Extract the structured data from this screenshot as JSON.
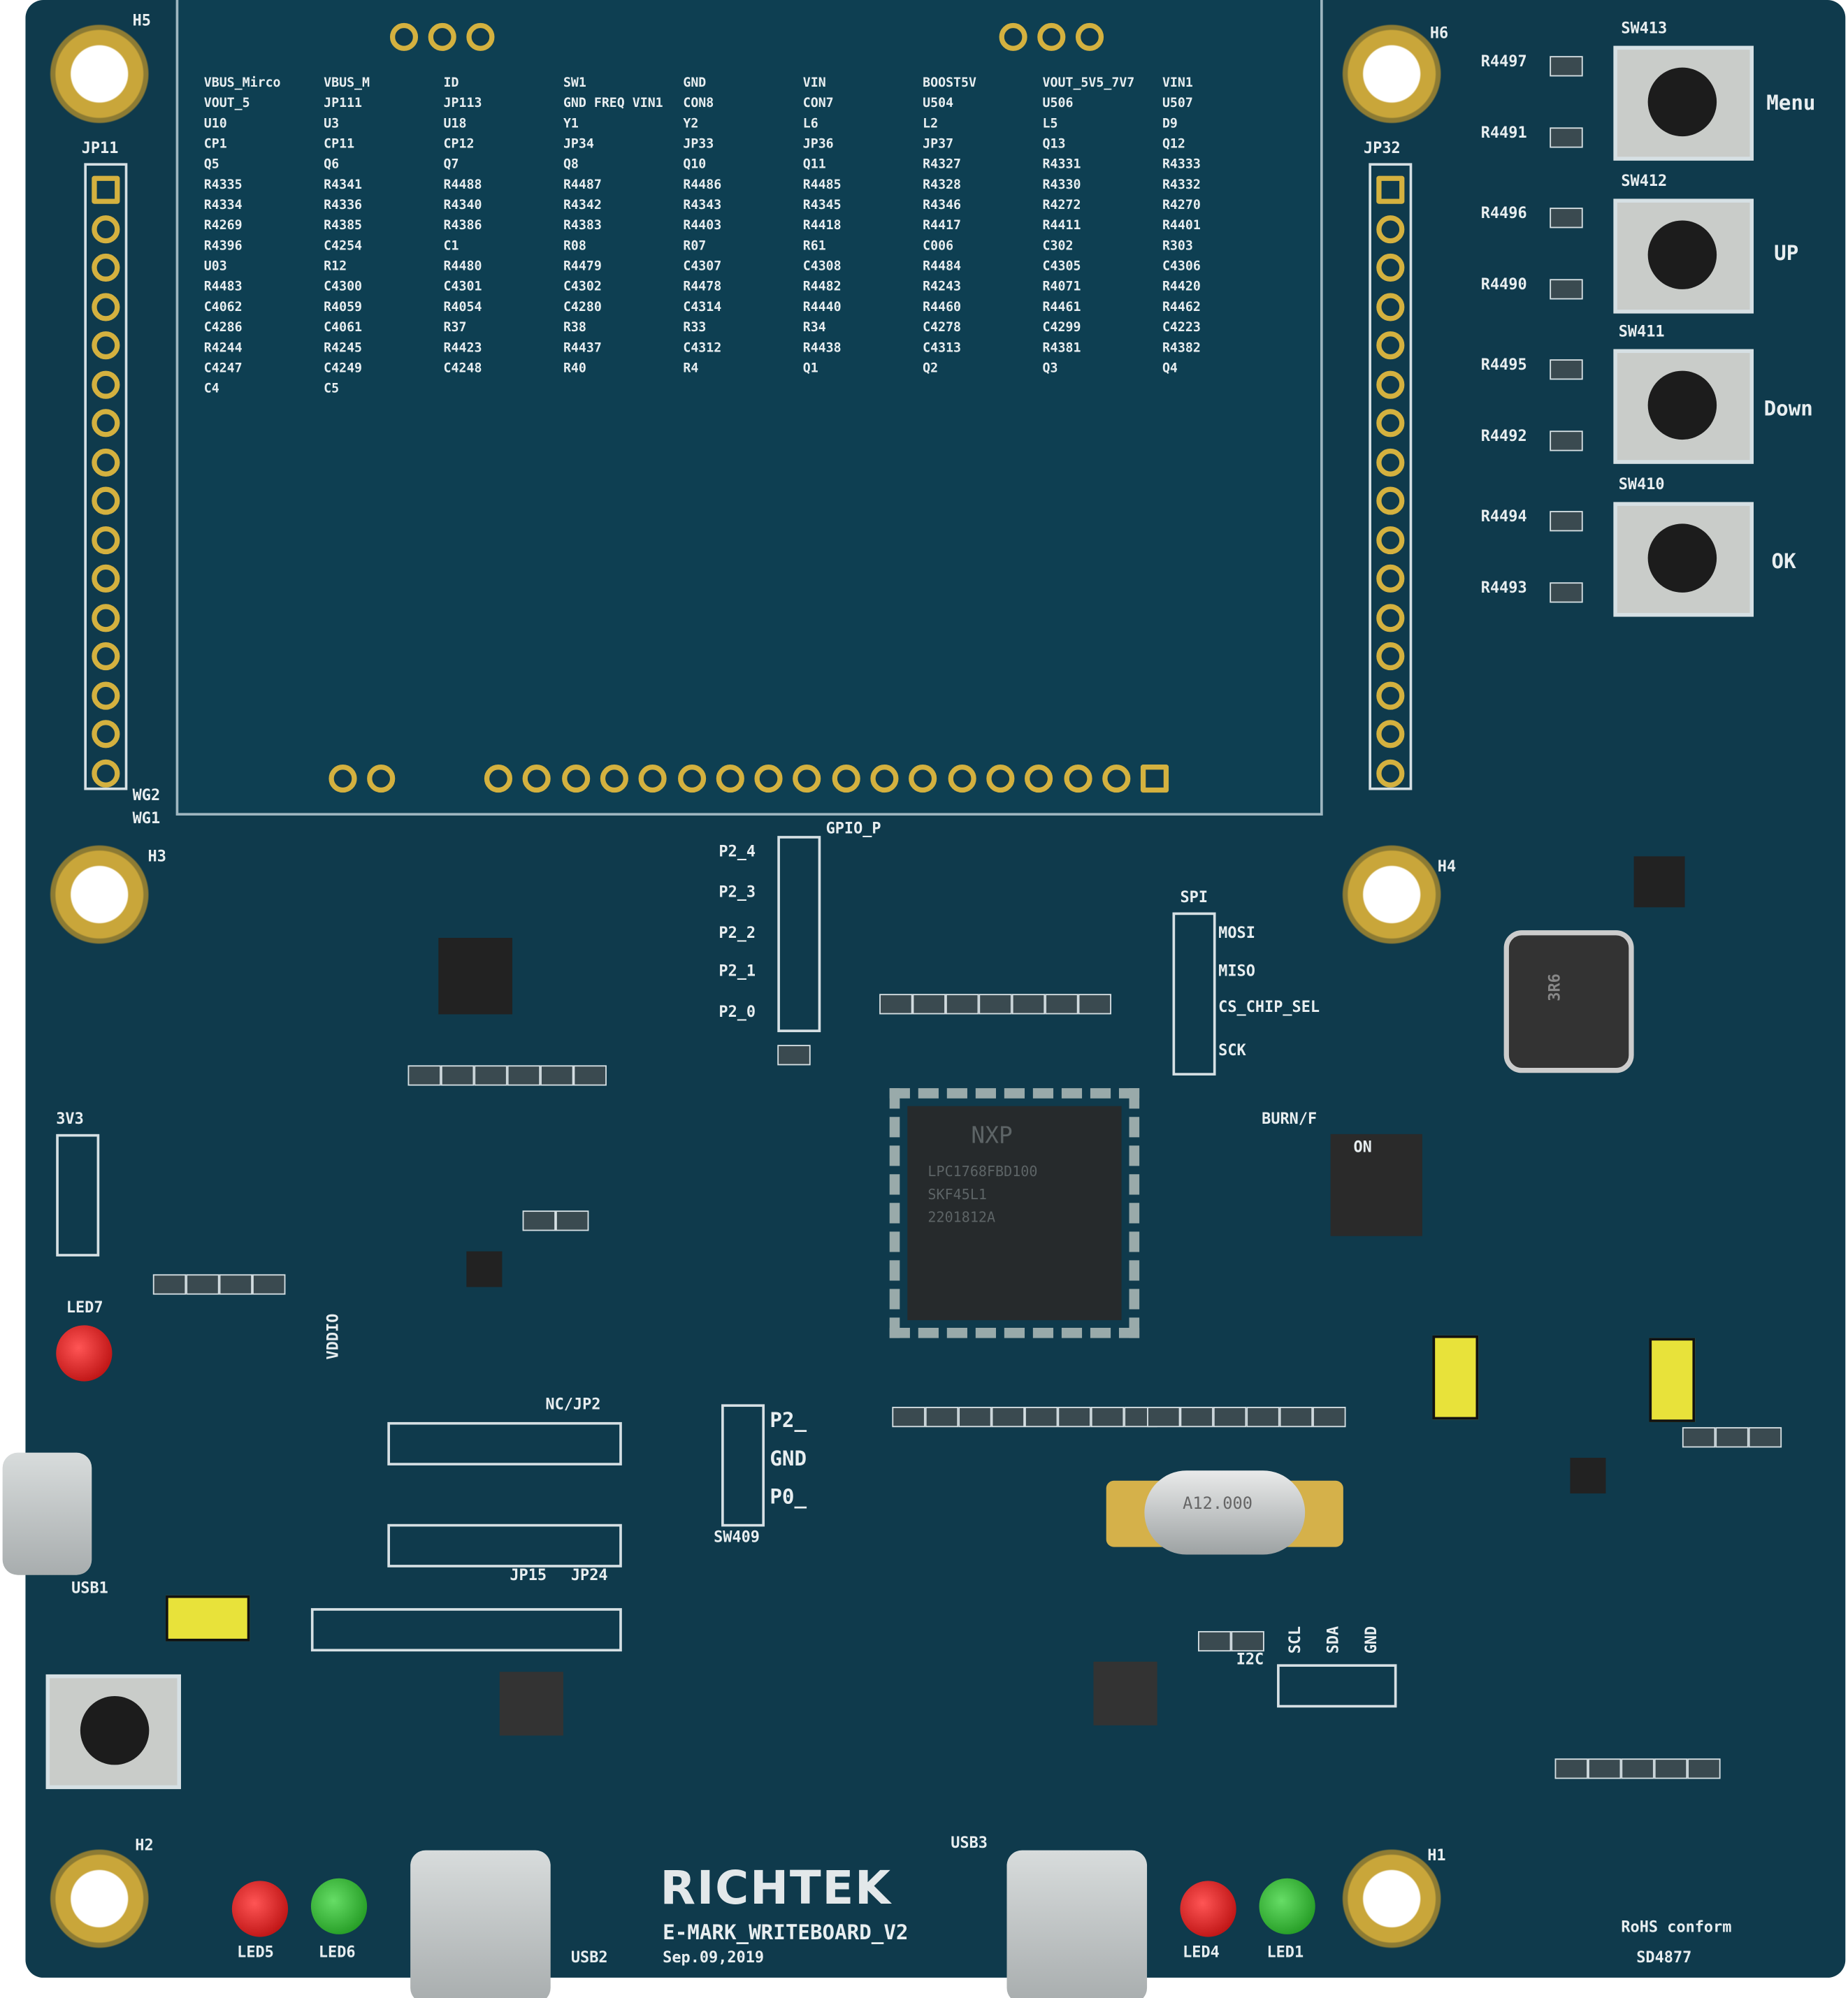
{
  "board": {
    "brand": "RICHTEK",
    "name": "E-MARK_WRITEBOARD_V2",
    "date": "Sep.09,2019",
    "rohs": "RoHS conform",
    "part_no": "SD4877",
    "mcu_marking": [
      "NXP",
      "LPC1768FBD100",
      "SKF45L1",
      "2201812A"
    ],
    "crystal_marking": "A12.000",
    "inductor_marking": "3R6"
  },
  "buttons": [
    {
      "ref": "SW413",
      "label": "Menu"
    },
    {
      "ref": "SW412",
      "label": "UP"
    },
    {
      "ref": "SW411",
      "label": "Down"
    },
    {
      "ref": "SW410",
      "label": "OK"
    }
  ],
  "button_resistors": [
    "R4497",
    "R4491",
    "R4496",
    "R4490",
    "R4495",
    "R4492",
    "R4494",
    "R4493"
  ],
  "holes": [
    "H5",
    "H6",
    "H3",
    "H4",
    "H2",
    "H1"
  ],
  "headers": {
    "left": "JP11",
    "right": "JP32",
    "wg": [
      "WG2",
      "WG1"
    ],
    "gpio": "GPIO_P",
    "gpio_pins": [
      "P2_4",
      "P2_3",
      "P2_2",
      "P2_1",
      "P2_0"
    ],
    "spi": "SPI",
    "spi_pins": [
      "MOSI",
      "MISO",
      "CS_CHIP_SEL",
      "SCK"
    ],
    "v33": "3V3",
    "vddio": "VDDIO",
    "ncjp": "NC/JP2",
    "jp15": "JP15",
    "jp24": "JP24",
    "i2c": "I2C",
    "i2c_pins": [
      "SCL",
      "SDA",
      "GND"
    ],
    "sw409": "SW409",
    "p2": [
      "P2_",
      "GND",
      "P0_"
    ],
    "burn": "BURN/F",
    "dip_on": "ON"
  },
  "leds": [
    "LED7",
    "LED5",
    "LED6",
    "LED4",
    "LED1"
  ],
  "usb": [
    "USB1",
    "USB2",
    "USB3"
  ],
  "misc_labels": [
    "VBUS_Mirco",
    "VBUS_M",
    "ID",
    "SW1",
    "GND",
    "VIN",
    "BOOST5V",
    "VOUT_5V5_7V7",
    "VIN1",
    "VOUT_5",
    "JP111",
    "JP113",
    "GND FREQ VIN1",
    "CON8",
    "CON7",
    "U504",
    "U506",
    "U507",
    "U10",
    "U3",
    "U18",
    "Y1",
    "Y2",
    "L6",
    "L2",
    "L5",
    "D9",
    "CP1",
    "CP11",
    "CP12",
    "JP34",
    "JP33",
    "JP36",
    "JP37",
    "Q13",
    "Q12",
    "Q5",
    "Q6",
    "Q7",
    "Q8",
    "Q10",
    "Q11",
    "R4327",
    "R4331",
    "R4333",
    "R4335",
    "R4341",
    "R4488",
    "R4487",
    "R4486",
    "R4485",
    "R4328",
    "R4330",
    "R4332",
    "R4334",
    "R4336",
    "R4340",
    "R4342",
    "R4343",
    "R4345",
    "R4346",
    "R4272",
    "R4270",
    "R4269",
    "R4385",
    "R4386",
    "R4383",
    "R4403",
    "R4418",
    "R4417",
    "R4411",
    "R4401",
    "R4396",
    "C4254",
    "C1",
    "R08",
    "R07",
    "R61",
    "C006",
    "C302",
    "R303",
    "U03",
    "R12",
    "R4480",
    "R4479",
    "C4307",
    "C4308",
    "R4484",
    "C4305",
    "C4306",
    "R4483",
    "C4300",
    "C4301",
    "C4302",
    "R4478",
    "R4482",
    "R4243",
    "R4071",
    "R4420",
    "C4062",
    "R4059",
    "R4054",
    "C4280",
    "C4314",
    "R4440",
    "R4460",
    "R4461",
    "R4462",
    "C4286",
    "C4061",
    "R37",
    "R38",
    "R33",
    "R34",
    "C4278",
    "C4299",
    "C4223",
    "R4244",
    "R4245",
    "R4423",
    "R4437",
    "C4312",
    "R4438",
    "C4313",
    "R4381",
    "R4382",
    "C4247",
    "C4249",
    "C4248",
    "R40",
    "R4",
    "Q1",
    "Q2",
    "Q3",
    "Q4",
    "C4",
    "C5"
  ]
}
